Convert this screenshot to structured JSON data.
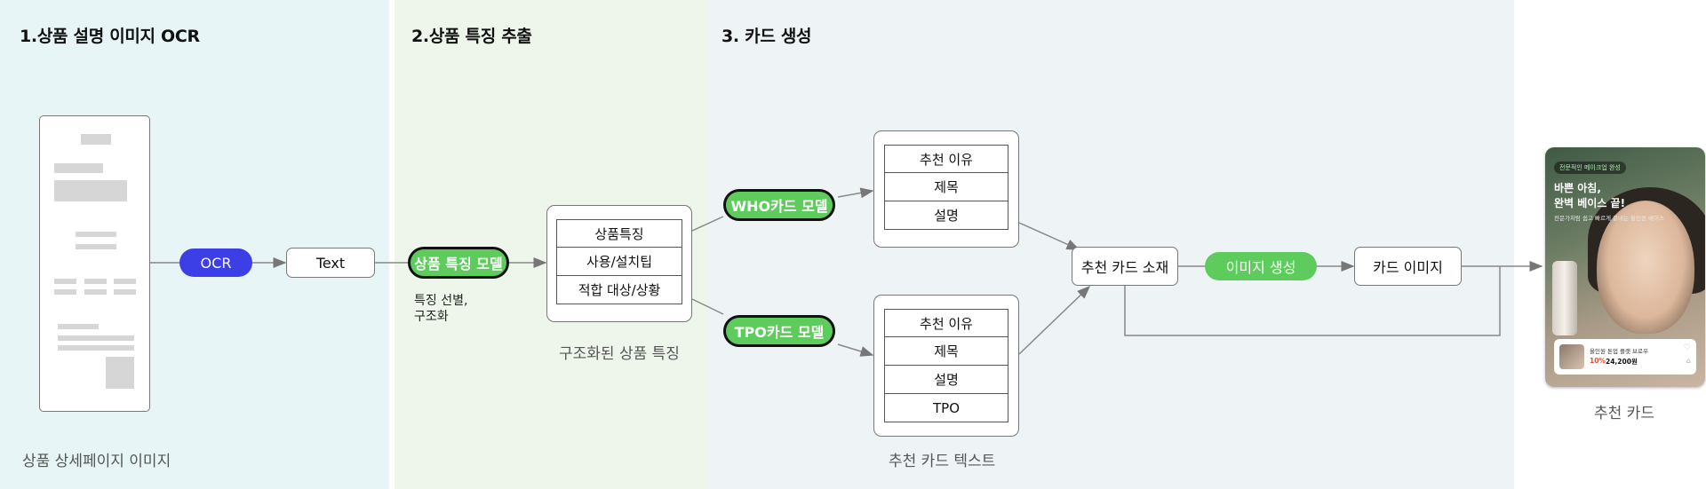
{
  "stages": [
    {
      "title": "1.상품 설명 이미지 OCR"
    },
    {
      "title": "2.상품 특징 추출"
    },
    {
      "title": "3. 카드 생성"
    }
  ],
  "captions": {
    "detail_image": "상품 상세페이지 이미지",
    "structured_features": "구조화된 상품 특징",
    "card_text": "추천 카드 텍스트",
    "rec_card": "추천 카드"
  },
  "nodes": {
    "ocr": "OCR",
    "text": "Text",
    "feature_model": "상품 특징 모델",
    "feature_annotation": "특징 선별,\n구조화",
    "who_model": "WHO카드 모델",
    "tpo_model": "TPO카드 모델",
    "card_material": "추천 카드 소재",
    "image_gen": "이미지 생성",
    "card_image": "카드 이미지"
  },
  "feature_table": [
    "상품특징",
    "사용/설치팁",
    "적합 대상/상황"
  ],
  "who_table": [
    "추천 이유",
    "제목",
    "설명"
  ],
  "tpo_table": [
    "추천 이유",
    "제목",
    "설명",
    "TPO"
  ],
  "card": {
    "badge": "전문적인 메이크업 완성",
    "headline": "바쁜 아침,\n완벽 베이스 끝!",
    "subtext": "전문가처럼 쉽고 빠르게 끝내는 올인원 베이스",
    "product_name": "올인원 톤업 플랫 브로우",
    "discount": "10%",
    "price": "24,200원"
  },
  "colors": {
    "ocr_blue": "#3d3fe6",
    "model_green": "#5dcc5d",
    "stage1_bg": "#e7f5f6",
    "stage2_bg": "#eef6ec",
    "stage3_bg": "#eef3f6"
  }
}
